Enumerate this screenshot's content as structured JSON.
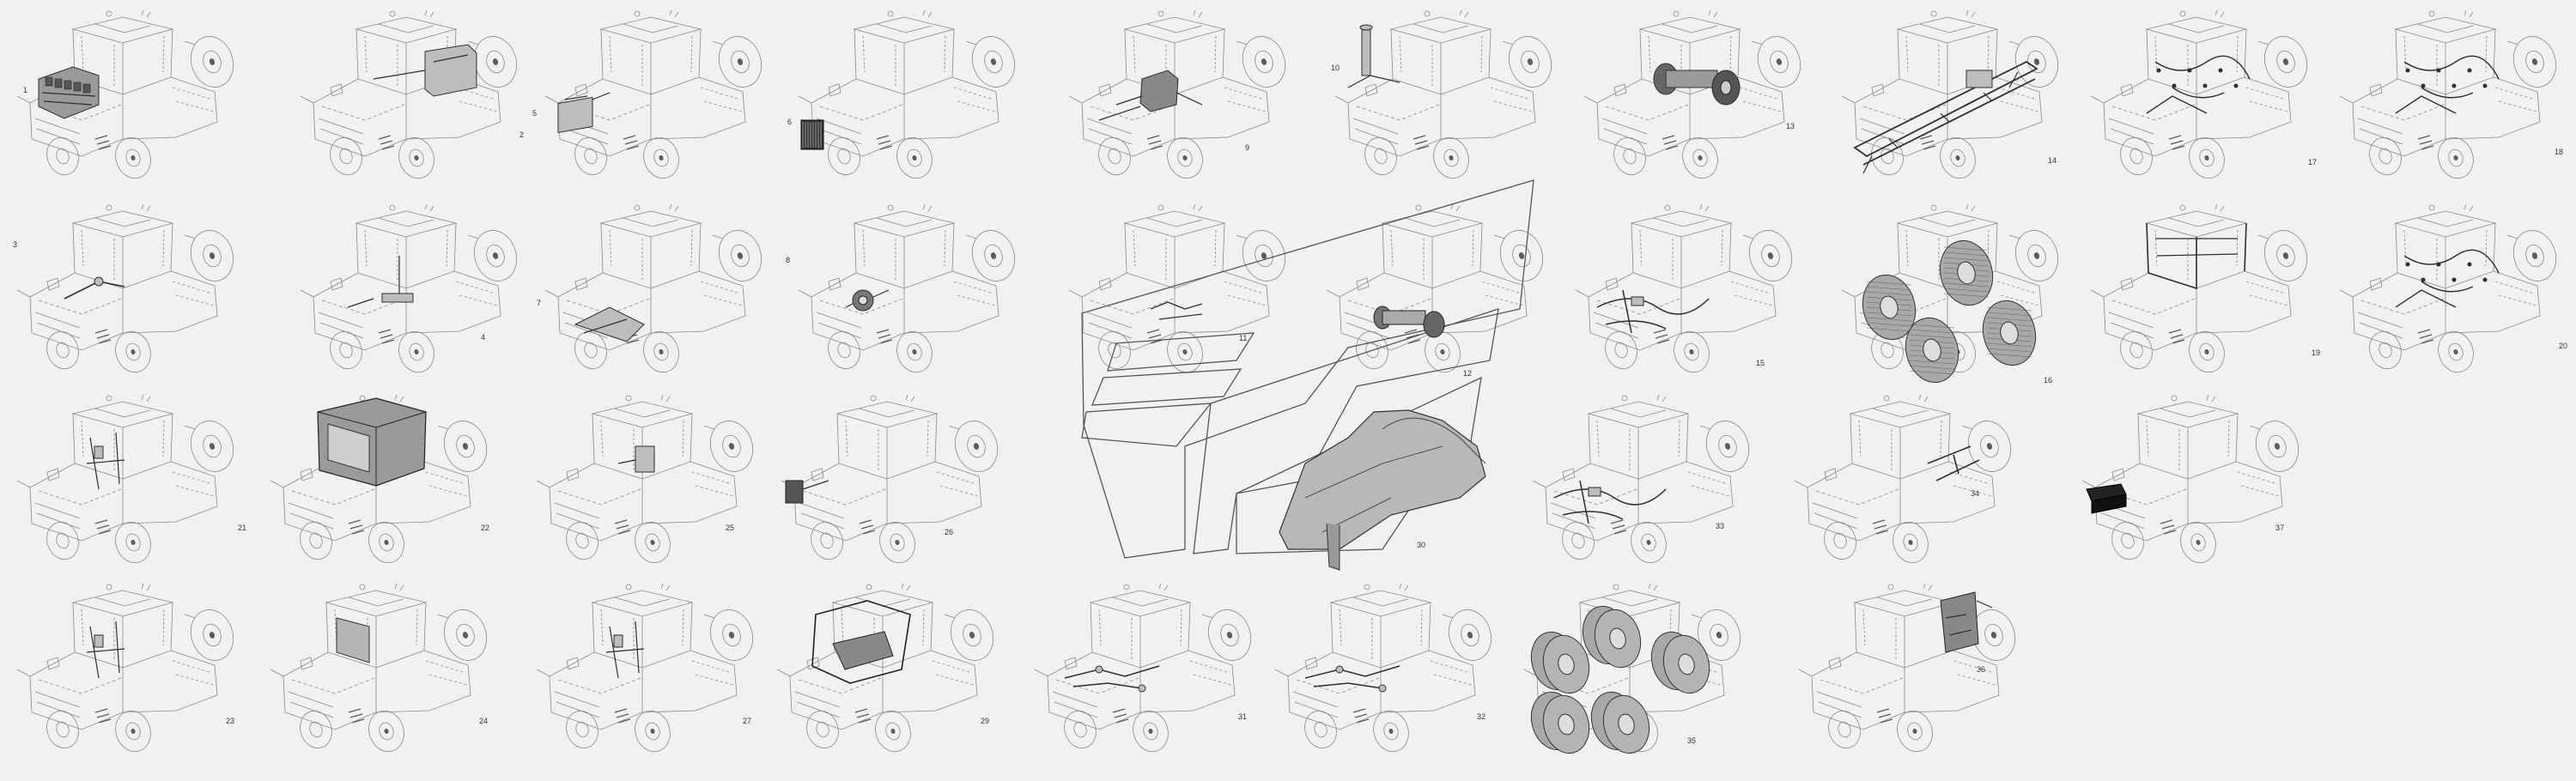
{
  "diagram": {
    "style": {
      "background": "#f1f1f1",
      "line": "#5c5c5c",
      "faint": "#8a8a8a",
      "part": "#2e2e2e",
      "part_fill": "#bdbdbd"
    },
    "views": [
      {
        "label": "1",
        "part": "engine"
      },
      {
        "label": "2",
        "part": "fuel-tank"
      },
      {
        "label": "5",
        "part": "radiator-block"
      },
      {
        "label": "6",
        "part": "radiator-grille"
      },
      {
        "label": "9",
        "part": "hydraulic-pump"
      },
      {
        "label": "10",
        "part": "exhaust-pipe"
      },
      {
        "label": "13",
        "part": "axle-hub"
      },
      {
        "label": "14",
        "part": "frame"
      },
      {
        "label": "17",
        "part": "wiring-harness"
      },
      {
        "label": "18",
        "part": "wiring-harness"
      },
      {
        "label": "3",
        "part": "steering-link"
      },
      {
        "label": "4",
        "part": "fuel-line"
      },
      {
        "label": "7",
        "part": "support-bracket"
      },
      {
        "label": "8",
        "part": "gear-assembly"
      },
      {
        "label": "",
        "part": "none"
      },
      {
        "label": "",
        "part": "none"
      },
      {
        "label": "15",
        "part": "hoses"
      },
      {
        "label": "16",
        "part": "wheels"
      },
      {
        "label": "19",
        "part": "cab-frame"
      },
      {
        "label": "20",
        "part": "wiring-harness"
      },
      {
        "label": "21",
        "part": "wiring"
      },
      {
        "label": "22",
        "part": "cab"
      },
      {
        "label": "25",
        "part": "control-panel"
      },
      {
        "label": "26",
        "part": "side-panel"
      },
      {
        "label": "33",
        "part": "hoses"
      },
      {
        "label": "34",
        "part": "rear-linkage"
      },
      {
        "label": "37",
        "part": "battery"
      },
      {
        "label": "23",
        "part": "wiring"
      },
      {
        "label": "24",
        "part": "cab-interior"
      },
      {
        "label": "27",
        "part": "wiring"
      },
      {
        "label": "29",
        "part": "floor-mat"
      },
      {
        "label": "31",
        "part": "hydraulic-lines"
      },
      {
        "label": "32",
        "part": "hydraulic-lines"
      },
      {
        "label": "35",
        "part": "dual-wheels"
      },
      {
        "label": "36",
        "part": "rear-hitch"
      }
    ],
    "featured": {
      "labels": [
        "11",
        "12",
        "30"
      ]
    }
  }
}
